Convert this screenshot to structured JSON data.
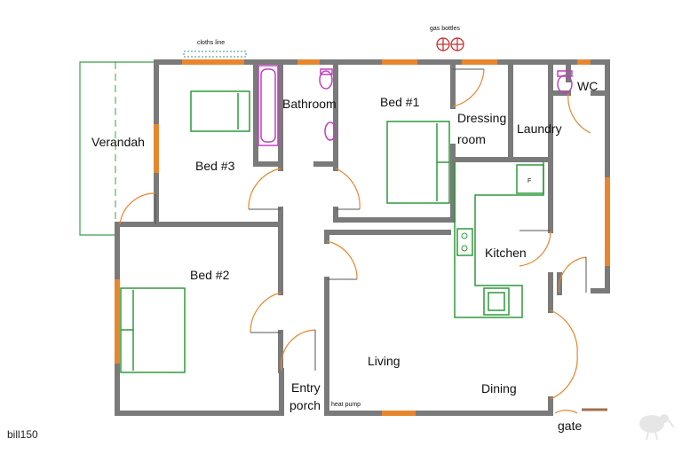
{
  "rooms": {
    "verandah": "Verandah",
    "bed3": "Bed #3",
    "bathroom": "Bathroom",
    "bed1": "Bed #1",
    "dressing_line1": "Dressing",
    "dressing_line2": "room",
    "laundry": "Laundry",
    "wc": "WC",
    "kitchen": "Kitchen",
    "bed2": "Bed #2",
    "living": "Living",
    "dining": "Dining",
    "entry_line1": "Entry",
    "entry_line2": "porch",
    "gate": "gate"
  },
  "labels": {
    "clothes_line": "cloths line",
    "gas_bottles": "gas bottles",
    "heat_pump": "heat pump",
    "fridge": "F"
  },
  "watermark": "bill150",
  "colors": {
    "wall": "#7a7a7a",
    "window": "#e8862e",
    "furniture": "#2e9a3a",
    "bathroom_fixture": "#c040c0",
    "gas": "#cc2020"
  }
}
